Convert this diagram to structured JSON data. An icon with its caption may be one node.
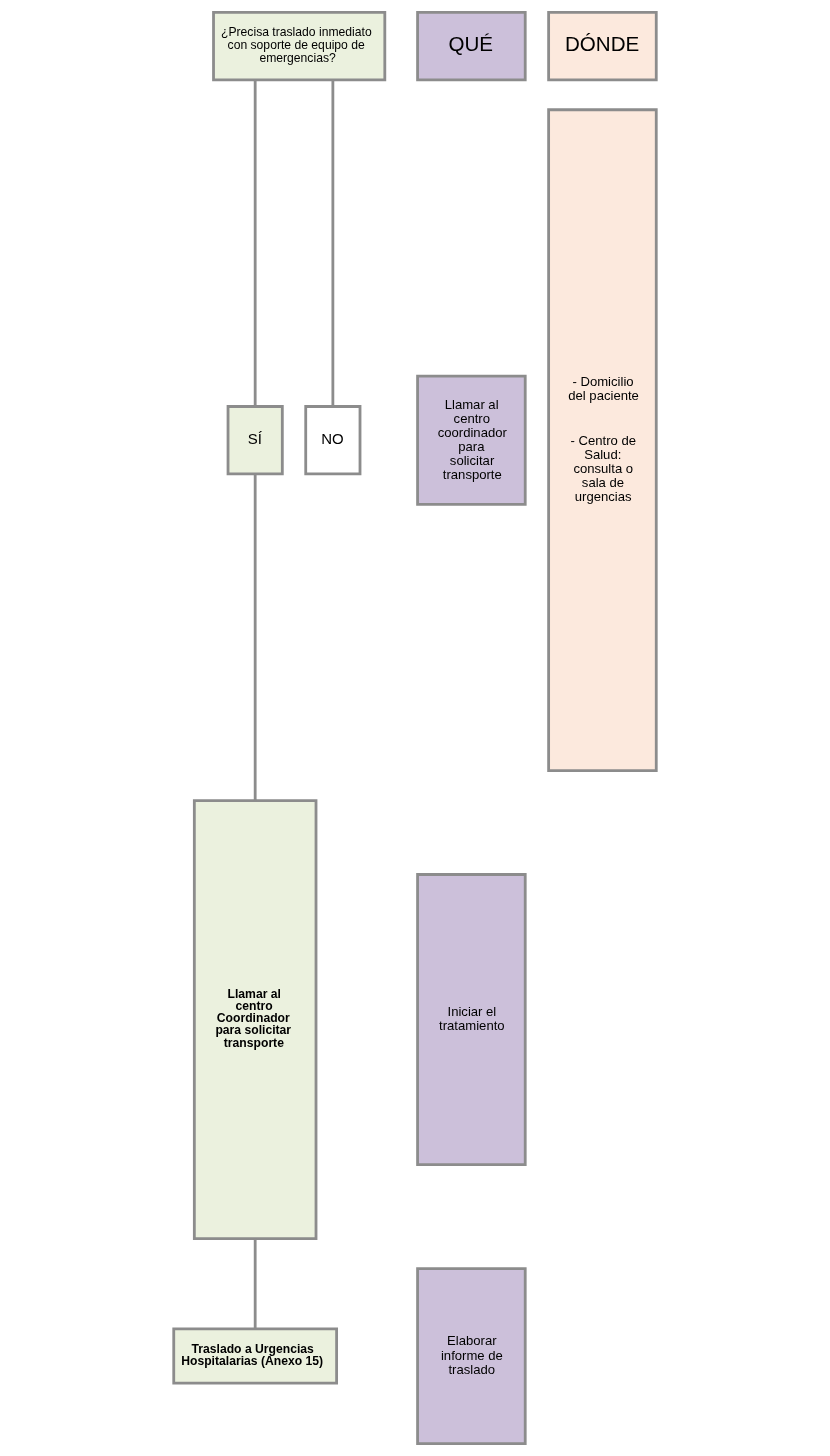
{
  "diagram": {
    "nodes": [
      {
        "text": [
          "¿Precisa traslado inmediato con soporte de equipo de emergencias?"
        ]
      },
      {
        "text": [
          "SÍ"
        ]
      },
      {
        "text": [
          "NO"
        ]
      },
      {
        "text": [
          "Llamar al centro Coordinador para solicitar transporte"
        ]
      },
      {
        "text": [
          "Traslado a Urgencias Hospitalarias (Anexo 15)"
        ]
      },
      {
        "text": [
          "QUÉ"
        ]
      },
      {
        "text": [
          "DÓNDE"
        ]
      },
      {
        "text": [
          "Llamar al centro coordinador para solicitar transporte"
        ]
      },
      {
        "text": [
          "Iniciar el tratamiento"
        ]
      },
      {
        "text": [
          "Elaborar informe de traslado"
        ]
      },
      {
        "text": [
          "- Domicilio del paciente",
          "- Centro de Salud: consulta o sala de urgencias"
        ]
      }
    ],
    "edges": [
      {
        "from": 0,
        "to": 1,
        "arrow": "none"
      },
      {
        "from": 0,
        "to": 2,
        "arrow": "none"
      },
      {
        "from": 1,
        "to": 3,
        "arrow": "none"
      },
      {
        "from": 3,
        "to": 4,
        "arrow": "none"
      }
    ]
  }
}
